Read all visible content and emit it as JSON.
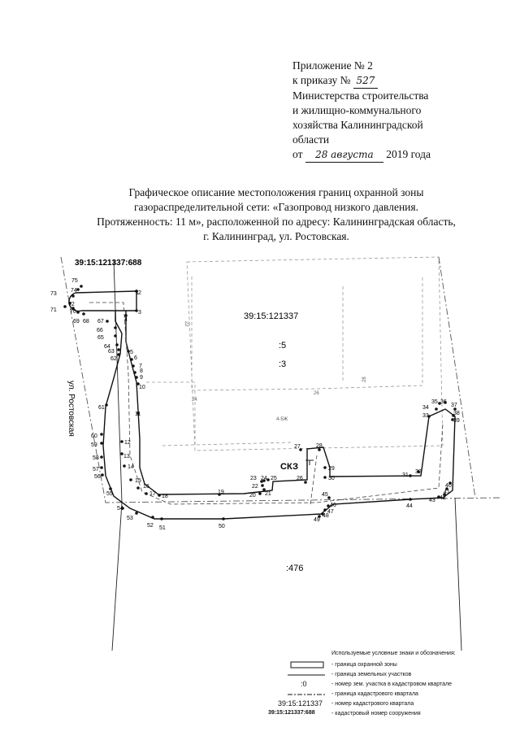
{
  "header": {
    "line1": "Приложение № 2",
    "line2_prefix": "к приказу №",
    "order_number": "527",
    "line3": "Министерства строительства",
    "line4": "и жилищно-коммунального",
    "line5": "хозяйства Калининградской",
    "line6": "области",
    "date_prefix": "от",
    "date_handwritten": "28 августа",
    "date_suffix": "2019 года"
  },
  "title": {
    "line1": "Графическое описание местоположения границ охранной зоны",
    "line2": "газораспределительной сети: «Газопровод низкого давления.",
    "line3": "Протяженность: 11 м», расположенной по адресу: Калининградская область,",
    "line4": "г. Калининград, ул. Ростовская."
  },
  "map": {
    "structure_number": "39:15:121337:688",
    "quarter_number": "39:15:121337",
    "parcel_5": ":5",
    "parcel_3": ":3",
    "parcel_476": ":476",
    "street": "ул. Ростовская",
    "skz_label": "СКЗ",
    "building_label": "4-5Ж",
    "building_nums": [
      "22",
      "24",
      "26",
      "28"
    ],
    "points": [
      "1",
      "2",
      "3",
      "4",
      "5",
      "6",
      "7",
      "8",
      "9",
      "10",
      "11",
      "12",
      "13",
      "14",
      "15",
      "16",
      "17",
      "18",
      "19",
      "20",
      "21",
      "22",
      "23",
      "24",
      "25",
      "26",
      "27",
      "28",
      "29",
      "30",
      "31",
      "32",
      "33",
      "34",
      "35",
      "36",
      "37",
      "38",
      "39",
      "40",
      "41",
      "42",
      "43",
      "44",
      "45",
      "46",
      "47",
      "48",
      "49",
      "50",
      "51",
      "52",
      "53",
      "54",
      "55",
      "56",
      "57",
      "58",
      "59",
      "60",
      "61",
      "62",
      "63",
      "64",
      "65",
      "66",
      "67",
      "68",
      "69",
      "70",
      "71",
      "72",
      "73",
      "74",
      "75"
    ]
  },
  "legend": {
    "heading": "Используемые условные знаки и обозначения:",
    "items": [
      "- граница охранной зоны",
      "- граница земельных участков",
      "- номер зем. участка в кадастровом квартале",
      "- граница кадастрового квартала",
      "- номер кадастрового квартала",
      "- кадастровый номер сооружения"
    ],
    "sample_parcel": ":0",
    "sample_quarter": "39:15:121337",
    "sample_structure": "39:15:121337:688"
  }
}
